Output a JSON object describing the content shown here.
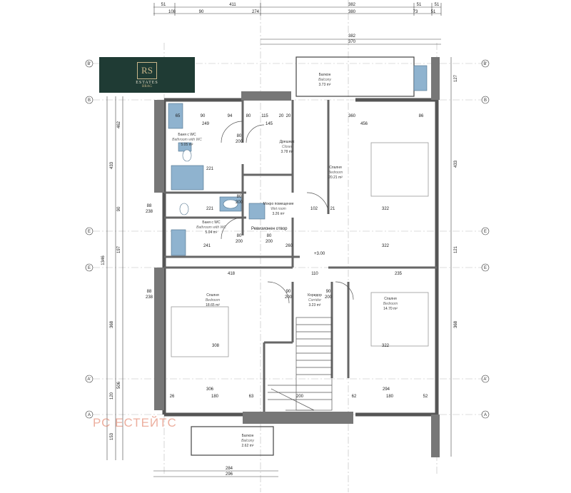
{
  "dimensions": {
    "top_row1": [
      "51",
      "411",
      "382",
      "51",
      "51"
    ],
    "top_row2": [
      "108",
      "90",
      "274",
      "380",
      "73",
      "51"
    ],
    "mid_top": [
      "382",
      "370"
    ],
    "left_side": [
      "462",
      "433",
      "88",
      "238",
      "90",
      "197",
      "1346",
      "88",
      "238",
      "368",
      "506",
      "120",
      "153"
    ],
    "right_side": [
      "127",
      "433",
      "121",
      "368"
    ],
    "bottom": [
      "284",
      "296"
    ],
    "inner": [
      "65",
      "90",
      "94",
      "80",
      "115",
      "20",
      "20",
      "360",
      "86",
      "249",
      "145",
      "456",
      "221",
      "221",
      "102",
      "21",
      "322",
      "241",
      "260",
      "322",
      "418",
      "110",
      "235",
      "308",
      "322",
      "306",
      "63",
      "200",
      "294",
      "180",
      "180",
      "52",
      "26",
      "62"
    ]
  },
  "axes": {
    "letters": [
      "B'",
      "B",
      "E",
      "E",
      "A'",
      "A"
    ]
  },
  "rooms": [
    {
      "id": "r1",
      "name_bg": "Баня с WC",
      "name_en": "Bathroom with WC",
      "area": "5.05 m²"
    },
    {
      "id": "r2",
      "name_bg": "Дрешник",
      "name_en": "Closet",
      "area": "3.78 m²"
    },
    {
      "id": "r3",
      "name_bg": "Спалня",
      "name_en": "Bedroom",
      "area": "20.21 m²"
    },
    {
      "id": "r4",
      "name_bg": "Баня с WC",
      "name_en": "Bathroom with WC",
      "area": "5.04 m²"
    },
    {
      "id": "r5",
      "name_bg": "Мокро помещение",
      "name_en": "Wet room",
      "area": "3.26 m²"
    },
    {
      "id": "r6",
      "name_bg": "Спалня",
      "name_en": "Bedroom",
      "area": "18.65 m²"
    },
    {
      "id": "r7",
      "name_bg": "Коридор",
      "name_en": "Corridor",
      "area": "3.23 m²"
    },
    {
      "id": "r8",
      "name_bg": "Спалня",
      "name_en": "Bedroom",
      "area": "14.70 m²"
    },
    {
      "id": "r9",
      "name_bg": "Балкон",
      "name_en": "Balcony",
      "area": "3.73 m²"
    },
    {
      "id": "r10",
      "name_bg": "Балкон",
      "name_en": "Balcony",
      "area": "2.62 m²"
    }
  ],
  "annotations": {
    "revision": "Ревизионен отвор",
    "level": "+3.00"
  },
  "door_labels": [
    "80",
    "200",
    "80",
    "200",
    "80",
    "200",
    "80",
    "200",
    "90",
    "200",
    "90",
    "200"
  ],
  "logo": {
    "mark": "RS",
    "brand": "ESTATES",
    "sub": "BRAG"
  },
  "watermark": "РС ЕСТЕЙТС",
  "colors": {
    "wall": "#555555",
    "fixture": "#8fb3cf",
    "logo_bg": "#1f3b34",
    "watermark": "#e07a5f"
  }
}
